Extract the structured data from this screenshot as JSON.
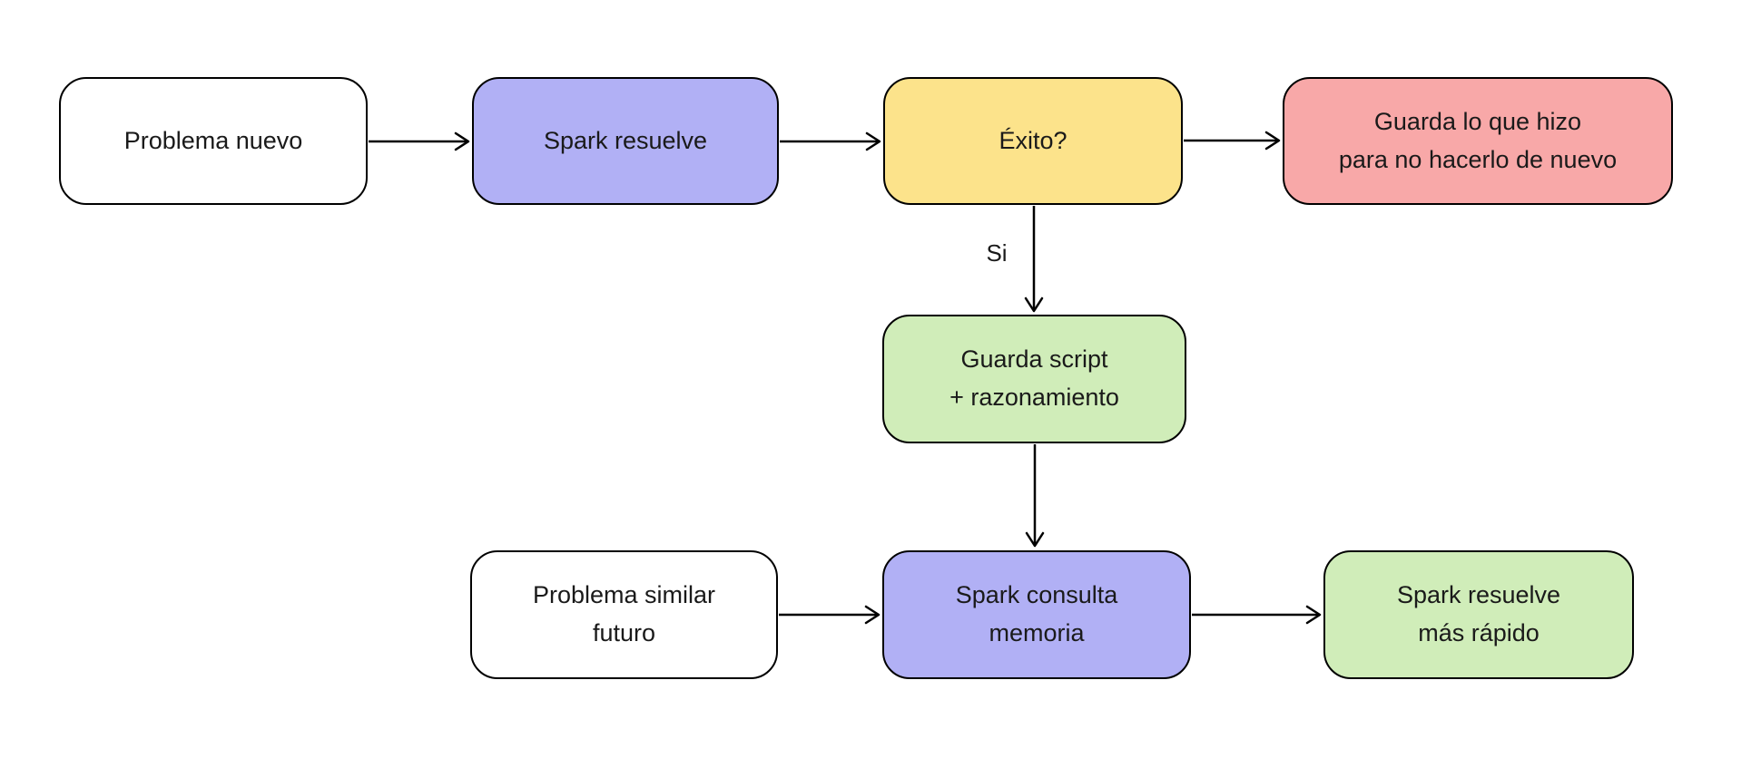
{
  "diagram": {
    "type": "flowchart",
    "background": "#ffffff",
    "colors": {
      "node_border": "#000000",
      "node_text": "#1a1a1a",
      "arrow": "#000000",
      "white": "#ffffff",
      "purple": "#b1b0f5",
      "yellow": "#fce38b",
      "pink": "#f8a8a8",
      "green": "#d0edb9"
    },
    "nodes": {
      "problema_nuevo": {
        "label": "Problema nuevo",
        "fill": "#ffffff"
      },
      "spark_resuelve": {
        "label": "Spark resuelve",
        "fill": "#b1b0f5"
      },
      "exito": {
        "label": "Éxito?",
        "fill": "#fce38b"
      },
      "guarda_hizo": {
        "label": "Guarda lo que hizo\npara no hacerlo de nuevo",
        "fill": "#f8a8a8"
      },
      "guarda_script": {
        "label": "Guarda script\n+ razonamiento",
        "fill": "#d0edb9"
      },
      "problema_similar": {
        "label": "Problema similar\nfuturo",
        "fill": "#ffffff"
      },
      "consulta_memoria": {
        "label": "Spark consulta\nmemoria",
        "fill": "#b1b0f5"
      },
      "resuelve_rapido": {
        "label": "Spark resuelve\nmás rápido",
        "fill": "#d0edb9"
      }
    },
    "edges": {
      "si_label": "Si"
    }
  }
}
